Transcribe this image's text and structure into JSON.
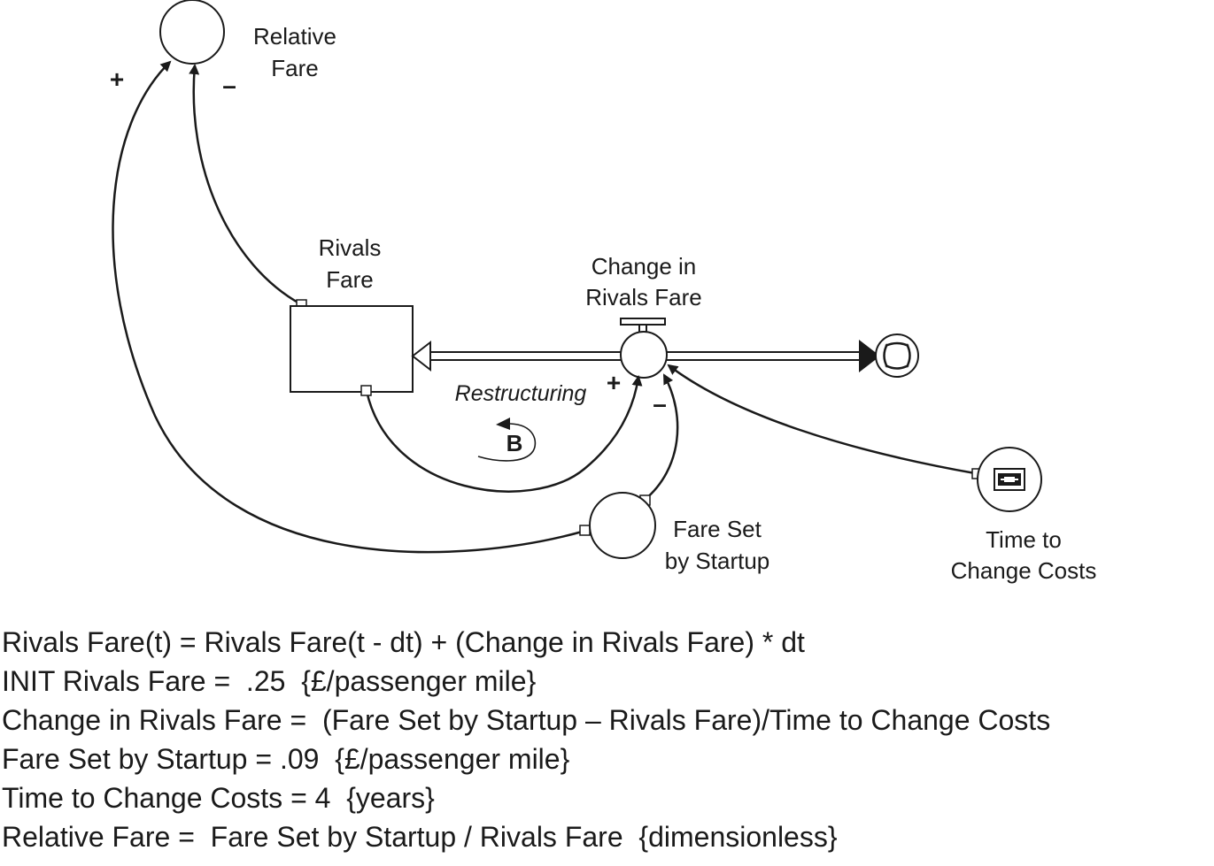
{
  "diagram": {
    "nodes": {
      "relative_fare": [
        "Relative",
        "Fare"
      ],
      "rivals_fare": [
        "Rivals",
        "Fare"
      ],
      "change_in_rivals_fare": [
        "Change in",
        "Rivals Fare"
      ],
      "fare_set_by_startup": [
        "Fare Set",
        "by Startup"
      ],
      "time_to_change_costs": [
        "Time to",
        "Change Costs"
      ]
    },
    "polarities": {
      "startup_to_relative": "+",
      "rivals_to_relative": "–",
      "rivals_to_change": "+",
      "startup_to_change": "–"
    },
    "loop": {
      "name": "Restructuring",
      "symbol": "B"
    }
  },
  "equations": [
    "Rivals Fare(t) = Rivals Fare(t - dt) + (Change in Rivals Fare) * dt",
    "INIT Rivals Fare =  .25  {£/passenger mile}",
    "Change in Rivals Fare =  (Fare Set by Startup – Rivals Fare)/Time to Change Costs",
    "Fare Set by Startup = .09  {£/passenger mile}",
    "Time to Change Costs = 4  {years}",
    "Relative Fare =  Fare Set by Startup / Rivals Fare  {dimensionless}"
  ]
}
